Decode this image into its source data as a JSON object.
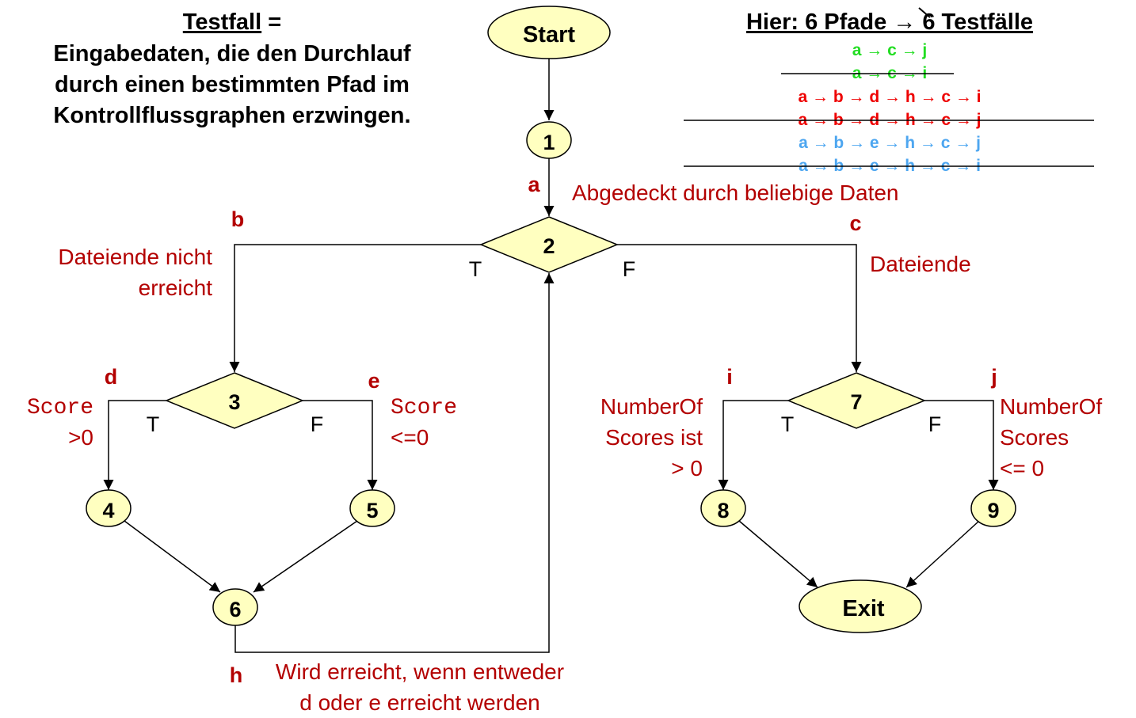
{
  "definition": {
    "title": "Testfall",
    "title_suffix": " =",
    "lines": [
      "Eingabedaten, die den Durchlauf",
      "durch einen bestimmten Pfad im",
      "Kontrollflussgraphen erzwingen."
    ]
  },
  "paths_header": "Hier: 6 Pfade → 6 Testfälle",
  "paths": [
    {
      "text": "a → c → j",
      "color": "#22dd22",
      "struck": false
    },
    {
      "text": "a → c → i",
      "color": "#22dd22",
      "struck": true
    },
    {
      "text": "a → b → d → h → c → i",
      "color": "#ee0000",
      "struck": false
    },
    {
      "text": "a → b → d → h → c → j",
      "color": "#ee0000",
      "struck": true
    },
    {
      "text": "a → b → e → h → c → j",
      "color": "#4da6f0",
      "struck": false
    },
    {
      "text": "a → b → e → h → c → i",
      "color": "#4da6f0",
      "struck": true
    }
  ],
  "nodes": {
    "start": "Start",
    "n1": "1",
    "n2": "2",
    "n3": "3",
    "n4": "4",
    "n5": "5",
    "n6": "6",
    "n7": "7",
    "n8": "8",
    "n9": "9",
    "exit": "Exit"
  },
  "edge_labels": {
    "a": "a",
    "b": "b",
    "c": "c",
    "d": "d",
    "e": "e",
    "h": "h",
    "i": "i",
    "j": "j"
  },
  "branch_labels": {
    "t": "T",
    "f": "F"
  },
  "annotations": {
    "a": "Abgedeckt durch beliebige Daten",
    "b": [
      "Dateiende nicht",
      "erreicht"
    ],
    "c": "Dateiende",
    "d": [
      "Score",
      ">0"
    ],
    "e": [
      "Score",
      "<=0"
    ],
    "i": [
      "NumberOf",
      "Scores ist",
      "> 0"
    ],
    "j": [
      "NumberOf",
      "Scores",
      "<= 0"
    ],
    "h": [
      "Wird erreicht, wenn entweder",
      "d oder e erreicht werden"
    ]
  }
}
